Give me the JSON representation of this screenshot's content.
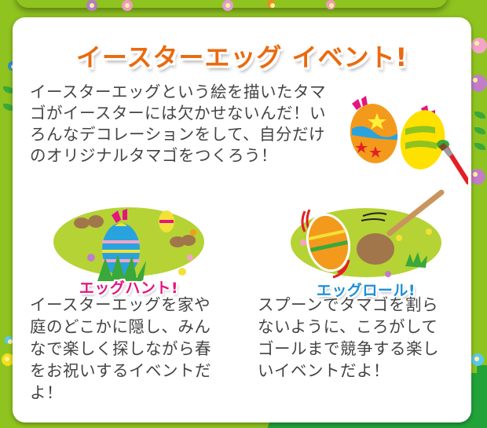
{
  "title": "イースターエッグ イベント!",
  "intro": "イースターエッグという絵を描いたタマゴがイースターには欠かせないんだ！いろんなデコレーションをして、自分だけのオリジナルタマゴをつくろう！",
  "events": [
    {
      "badge": "エッグハント!",
      "badge_color": "#e4157f",
      "description": "イースターエッグを家や庭のどこかに隠し、みんなで楽しく探しながら春をお祝いするイベントだよ！"
    },
    {
      "badge": "エッグロール!",
      "badge_color": "#1e90d6",
      "description": "スプーンでタマゴを割らないように、ころがしてゴールまで競争する楽しいイベントだよ！"
    }
  ],
  "colors": {
    "background": "#8fc31f",
    "title": "#ea6a0f",
    "text": "#444444",
    "card": "#ffffff",
    "meadow": "#b5d334"
  },
  "icons": {
    "intro_illustration": "painted-eggs-with-brush",
    "left_illustration": "egg-hidden-in-grass",
    "right_illustration": "egg-rolling-with-spoon"
  }
}
